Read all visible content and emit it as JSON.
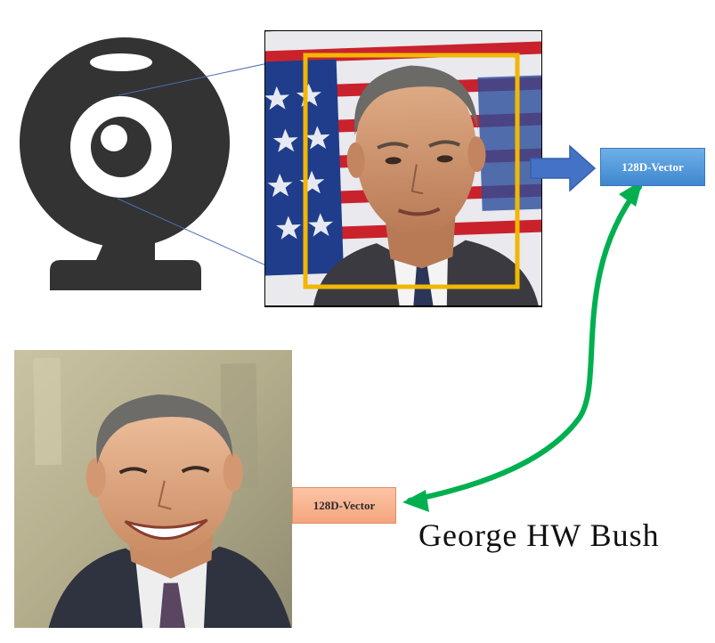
{
  "top_vector_label": "128D-Vector",
  "bottom_vector_label": "128D-Vector",
  "person_name": "George  HW  Bush",
  "colors": {
    "webcam": "#333333",
    "detection_box": "#f2b705",
    "flow_arrow": "#4472c4",
    "match_arrow": "#00b050",
    "top_vector_fill": "#5b9bd5",
    "bottom_vector_fill": "#f4b183",
    "zoom_lines": "#4a6fb5"
  },
  "icons": [
    "webcam-icon",
    "captured-face-photo",
    "reference-face-photo"
  ]
}
